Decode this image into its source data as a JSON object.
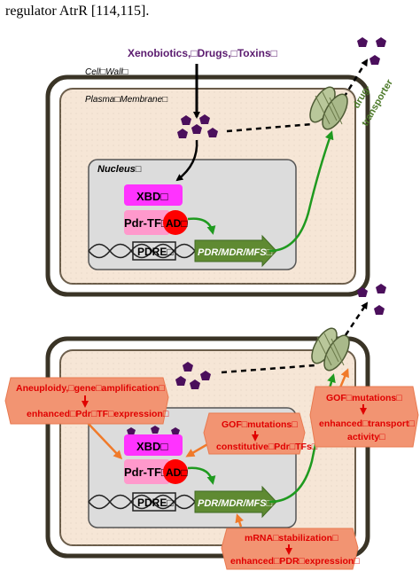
{
  "header_text": "regulator AtrR [114,115].",
  "panel_top": {
    "xenobiotics_label": "Xenobiotics,□Drugs,□Toxins□",
    "cell_wall_label": "Cell□Wall□",
    "plasma_membrane_label": "Plasma□Membrane□",
    "nucleus_label": "Nucleus□",
    "xbd_label": "XBD□",
    "pdr_tf_label": "Pdr-TF□",
    "ad_label": "AD□",
    "pdre_label": "PDRE□",
    "genes_label": "PDR/MDR/MFS□",
    "transporter_label_1": "drug-",
    "transporter_label_2": "transporter"
  },
  "panel_bottom": {
    "xbd_label": "XBD□",
    "pdr_tf_label": "Pdr-TF□",
    "ad_label": "AD□",
    "pdre_label": "PDRE□",
    "genes_label": "PDR/MDR/MFS□",
    "callout_aneuploidy_1": "Aneuploidy,□gene□amplification□",
    "callout_aneuploidy_2": "enhanced□Pdr□TF□expression□",
    "callout_gof_tf_1": "GOF□mutations□",
    "callout_gof_tf_2": "constitutive□Pdr□TFs□",
    "callout_gof_transport_1": "GOF□mutations□",
    "callout_gof_transport_2": "enhanced□transport□",
    "callout_gof_transport_3": "activity□",
    "callout_mrna_1": "mRNA□stabilization□",
    "callout_mrna_2": "enhanced□PDR□expression□"
  },
  "colors": {
    "cell_wall": "#3a3426",
    "cell_fill": "#f6e6d6",
    "nucleus_fill": "#dcdcdc",
    "xbd": "#ff33ff",
    "pdr_tf": "#ff99cc",
    "ad": "#ff0000",
    "drug": "#4b0f5c",
    "gene_arrow": "#5f8a32",
    "transport_green": "#1f9a1f",
    "callout_fill": "#f29472",
    "callout_text": "#e00000",
    "callout_arrow": "#f07a2a",
    "transporter": "#b9c79a"
  }
}
